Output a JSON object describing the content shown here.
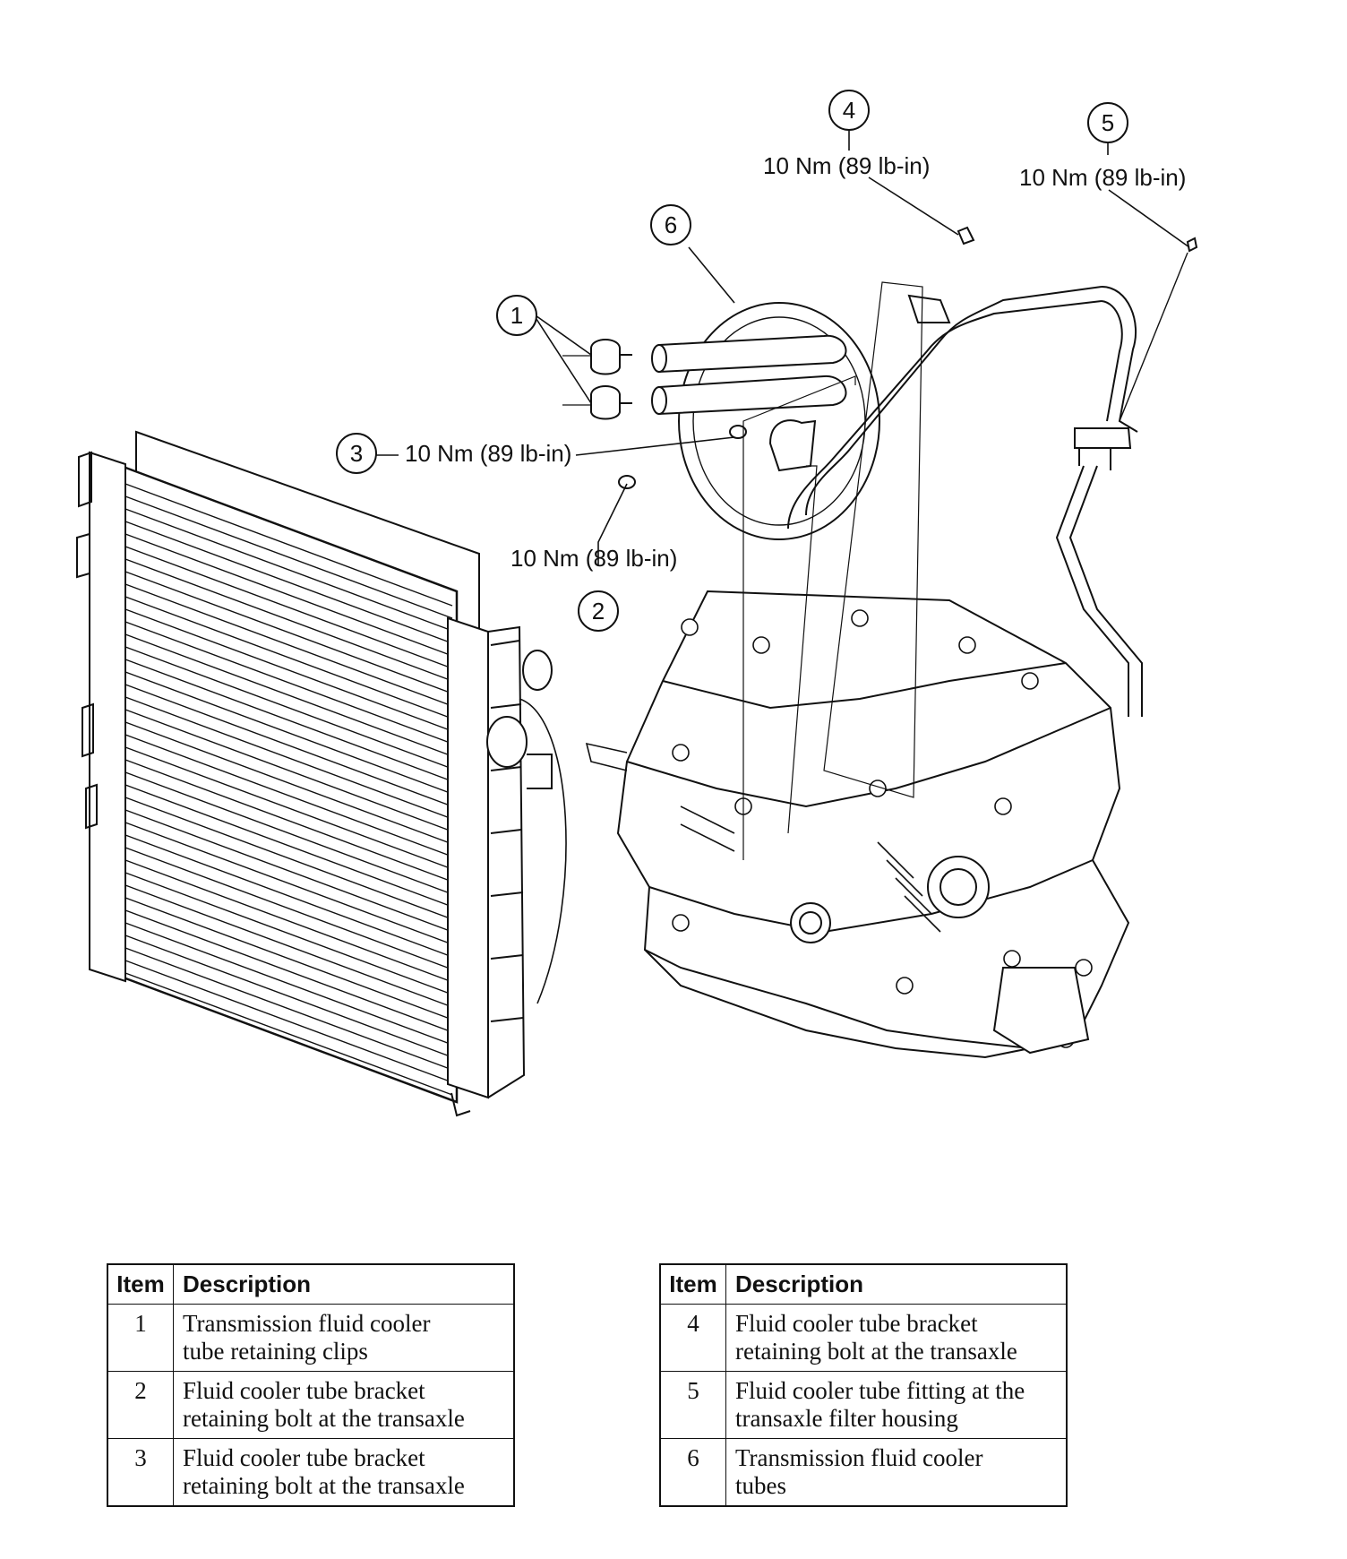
{
  "callouts": [
    {
      "number": "1",
      "torque": ""
    },
    {
      "number": "2",
      "torque": "10 Nm (89 lb-in)"
    },
    {
      "number": "3",
      "torque": "10 Nm (89 lb-in)"
    },
    {
      "number": "4",
      "torque": "10 Nm (89 lb-in)"
    },
    {
      "number": "5",
      "torque": "10 Nm (89 lb-in)"
    },
    {
      "number": "6",
      "torque": ""
    }
  ],
  "legend_left": {
    "header_item": "Item",
    "header_description": "Description",
    "rows": [
      {
        "item": "1",
        "description_line1": "Transmission fluid cooler",
        "description_line2": "tube retaining clips"
      },
      {
        "item": "2",
        "description_line1": "Fluid cooler tube bracket",
        "description_line2": "retaining bolt at the transaxle"
      },
      {
        "item": "3",
        "description_line1": "Fluid cooler tube bracket",
        "description_line2": "retaining bolt at the transaxle"
      }
    ]
  },
  "legend_right": {
    "header_item": "Item",
    "header_description": "Description",
    "rows": [
      {
        "item": "4",
        "description_line1": "Fluid cooler tube bracket",
        "description_line2": "retaining bolt at the transaxle"
      },
      {
        "item": "5",
        "description_line1": "Fluid cooler tube fitting at the",
        "description_line2": "transaxle filter housing"
      },
      {
        "item": "6",
        "description_line1": "Transmission fluid cooler",
        "description_line2": "tubes"
      }
    ]
  },
  "parts": [
    "radiator",
    "transaxle",
    "fluid-cooler-tubes"
  ]
}
